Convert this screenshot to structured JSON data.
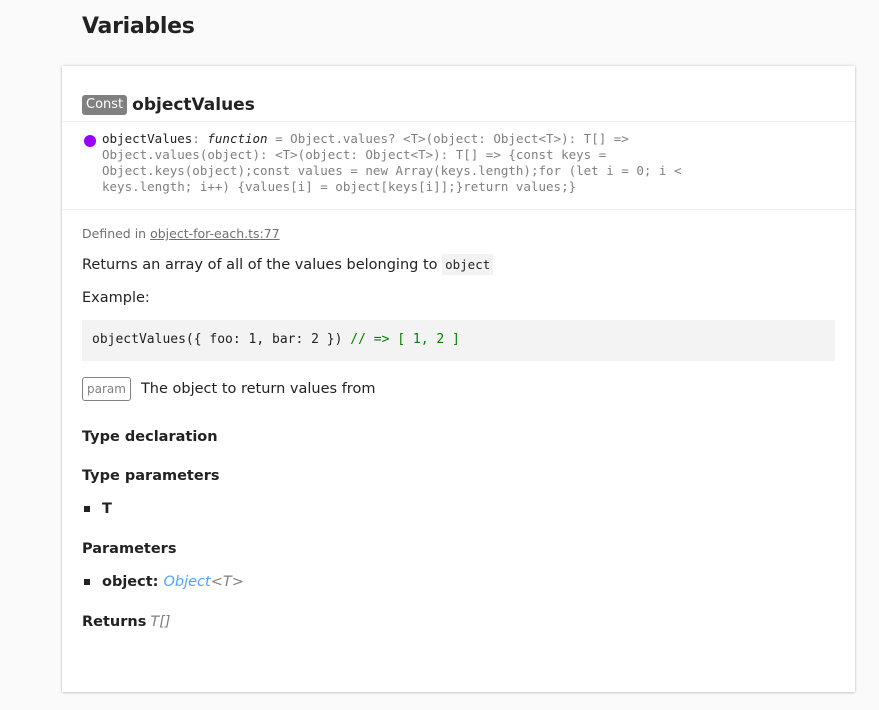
{
  "page": {
    "title": "Variables"
  },
  "card": {
    "badge": "Const",
    "title": "objectValues",
    "signature": {
      "name": "objectValues",
      "colon": ": ",
      "keyword": "function",
      "rest_line1": " = Object.values? <T>(object: Object<T>): T[] =>",
      "line2": "Object.values(object): <T>(object: Object<T>): T[] => {const keys =",
      "line3": "Object.keys(object);const values = new Array(keys.length);for (let i = 0; i <",
      "line4": "keys.length; i++) {values[i] = object[keys[i]];}return values;}",
      "dot_color": "#9600ff"
    },
    "defined_in": {
      "label": "Defined in ",
      "link": "object-for-each.ts:77"
    },
    "description": {
      "text": "Returns an array of all of the values belonging to ",
      "code": "object"
    },
    "example_label": "Example:",
    "example_code": {
      "code": "objectValues({ foo: 1, bar: 2 }) ",
      "comment": "// => [ 1, 2 ]"
    },
    "param": {
      "tag": "param",
      "text": "The object to return values from"
    },
    "type_declaration": "Type declaration",
    "type_parameters": {
      "heading": "Type parameters",
      "items": [
        "T"
      ]
    },
    "parameters": {
      "heading": "Parameters",
      "items": [
        {
          "name": "object:",
          "type": "Object",
          "generic": "<T>"
        }
      ]
    },
    "returns": {
      "label": "Returns",
      "type": "T[]"
    }
  }
}
